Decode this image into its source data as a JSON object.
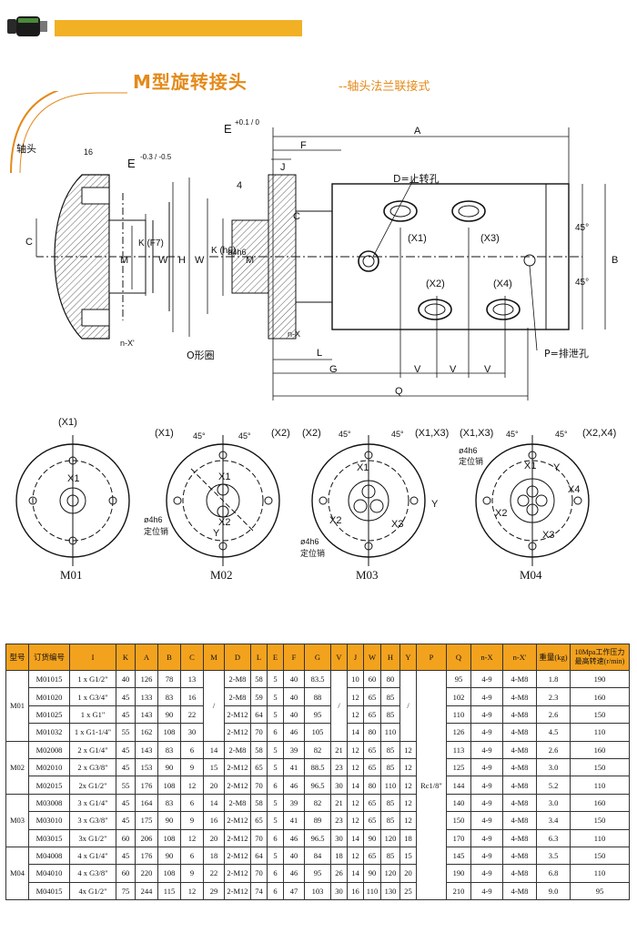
{
  "header": {
    "title": "M型旋转接头",
    "subtitle": "--轴头法兰联接式"
  },
  "drawing_labels": {
    "shaft_head": "轴头",
    "e_tol_top": "E",
    "e_tol_top_vals": "+0.1 / 0",
    "e_tol_side": "E",
    "e_tol_side_vals": "-0.3 / -0.5",
    "dim_16": "16",
    "stop_hole": "D=止转孔",
    "o_ring": "O形圈",
    "drain_hole": "P=排泄孔",
    "angle45": "45°",
    "pin": "ø4h6",
    "pin_label": "定位销",
    "dims": [
      "A",
      "F",
      "J",
      "4",
      "C",
      "H",
      "W",
      "K (h6)",
      "ø4h6",
      "M",
      "L",
      "G",
      "V",
      "V",
      "V",
      "Q",
      "B",
      "n-X",
      "n-X'",
      "K (F7)",
      "C",
      "M",
      "W"
    ],
    "ports": [
      "(X1)",
      "(X3)",
      "(X2)",
      "(X4)"
    ]
  },
  "models": [
    {
      "name": "M01",
      "top_labels": [
        "(X1)"
      ],
      "inner": [
        "X1"
      ]
    },
    {
      "name": "M02",
      "top_labels": [
        "(X1)",
        "45°",
        "45°",
        "(X2)"
      ],
      "inner": [
        "X1",
        "X2",
        "Y"
      ],
      "pin": "ø4h6",
      "pin_label": "定位销"
    },
    {
      "name": "M03",
      "top_labels": [
        "(X2)",
        "45°",
        "45°",
        "(X1,X3)"
      ],
      "inner": [
        "X1",
        "X2",
        "X3",
        "Y"
      ],
      "pin": "ø4h6",
      "pin_label": "定位销"
    },
    {
      "name": "M04",
      "top_labels": [
        "(X1,X3)",
        "45°",
        "45°",
        "(X2,X4)"
      ],
      "inner": [
        "X1",
        "X2",
        "X3",
        "X4",
        "Y"
      ],
      "pin": "ø4h6",
      "pin_label": "定位销"
    }
  ],
  "table": {
    "headers": [
      "型号",
      "订货编号",
      "I",
      "K",
      "A",
      "B",
      "C",
      "M",
      "D",
      "L",
      "E",
      "F",
      "G",
      "V",
      "J",
      "W",
      "H",
      "Y",
      "P",
      "Q",
      "n-X",
      "n-X'",
      "重量(kg)",
      "10Mpa工作压力最高转速(r/min)"
    ],
    "rows": [
      [
        "M01",
        "M01015",
        "1 x G1/2\"",
        "40",
        "126",
        "78",
        "13",
        "/",
        "2-M8",
        "58",
        "5",
        "40",
        "83.5",
        "/",
        "10",
        "60",
        "80",
        "/",
        "",
        "95",
        "4-9",
        "4-M8",
        "1.8",
        "190"
      ],
      [
        "",
        "M01020",
        "1 x G3/4\"",
        "45",
        "133",
        "83",
        "16",
        "",
        "2-M8",
        "59",
        "5",
        "40",
        "88",
        "",
        "12",
        "65",
        "85",
        "",
        "",
        "102",
        "4-9",
        "4-M8",
        "2.3",
        "160"
      ],
      [
        "",
        "M01025",
        "1 x G1\"",
        "45",
        "143",
        "90",
        "22",
        "",
        "2-M12",
        "64",
        "5",
        "40",
        "95",
        "",
        "12",
        "65",
        "85",
        "",
        "",
        "110",
        "4-9",
        "4-M8",
        "2.6",
        "150"
      ],
      [
        "",
        "M01032",
        "1 x G1-1/4\"",
        "55",
        "162",
        "108",
        "30",
        "",
        "2-M12",
        "70",
        "6",
        "46",
        "105",
        "",
        "14",
        "80",
        "110",
        "",
        "",
        "126",
        "4-9",
        "4-M8",
        "4.5",
        "110"
      ],
      [
        "M02",
        "M02008",
        "2 x G1/4\"",
        "45",
        "143",
        "83",
        "6",
        "14",
        "2-M8",
        "58",
        "5",
        "39",
        "82",
        "21",
        "12",
        "65",
        "85",
        "12",
        "Rc1/8\"",
        "113",
        "4-9",
        "4-M8",
        "2.6",
        "160"
      ],
      [
        "",
        "M02010",
        "2 x G3/8\"",
        "45",
        "153",
        "90",
        "9",
        "15",
        "2-M12",
        "65",
        "5",
        "41",
        "88.5",
        "23",
        "12",
        "65",
        "85",
        "12",
        "",
        "125",
        "4-9",
        "4-M8",
        "3.0",
        "150"
      ],
      [
        "",
        "M02015",
        "2x G1/2\"",
        "55",
        "176",
        "108",
        "12",
        "20",
        "2-M12",
        "70",
        "6",
        "46",
        "96.5",
        "30",
        "14",
        "80",
        "110",
        "12",
        "",
        "144",
        "4-9",
        "4-M8",
        "5.2",
        "110"
      ],
      [
        "M03",
        "M03008",
        "3 x G1/4\"",
        "45",
        "164",
        "83",
        "6",
        "14",
        "2-M8",
        "58",
        "5",
        "39",
        "82",
        "21",
        "12",
        "65",
        "85",
        "12",
        "",
        "140",
        "4-9",
        "4-M8",
        "3.0",
        "160"
      ],
      [
        "",
        "M03010",
        "3 x G3/8\"",
        "45",
        "175",
        "90",
        "9",
        "16",
        "2-M12",
        "65",
        "5",
        "41",
        "89",
        "23",
        "12",
        "65",
        "85",
        "12",
        "",
        "150",
        "4-9",
        "4-M8",
        "3.4",
        "150"
      ],
      [
        "",
        "M03015",
        "3x G1/2\"",
        "60",
        "206",
        "108",
        "12",
        "20",
        "2-M12",
        "70",
        "6",
        "46",
        "96.5",
        "30",
        "14",
        "90",
        "120",
        "18",
        "",
        "170",
        "4-9",
        "4-M8",
        "6.3",
        "110"
      ],
      [
        "M04",
        "M04008",
        "4 x G1/4\"",
        "45",
        "176",
        "90",
        "6",
        "18",
        "2-M12",
        "64",
        "5",
        "40",
        "84",
        "18",
        "12",
        "65",
        "85",
        "15",
        "",
        "145",
        "4-9",
        "4-M8",
        "3.5",
        "150"
      ],
      [
        "",
        "M04010",
        "4 x G3/8\"",
        "60",
        "220",
        "108",
        "9",
        "22",
        "2-M12",
        "70",
        "6",
        "46",
        "95",
        "26",
        "14",
        "90",
        "120",
        "20",
        "",
        "190",
        "4-9",
        "4-M8",
        "6.8",
        "110"
      ],
      [
        "",
        "M04015",
        "4x G1/2\"",
        "75",
        "244",
        "115",
        "12",
        "29",
        "2-M12",
        "74",
        "6",
        "47",
        "103",
        "30",
        "16",
        "110",
        "130",
        "25",
        "",
        "210",
        "4-9",
        "4-M8",
        "9.0",
        "95"
      ]
    ]
  },
  "colors": {
    "accent": "#f2b025",
    "title": "#e48a1a",
    "table_header": "#f3a21e"
  }
}
